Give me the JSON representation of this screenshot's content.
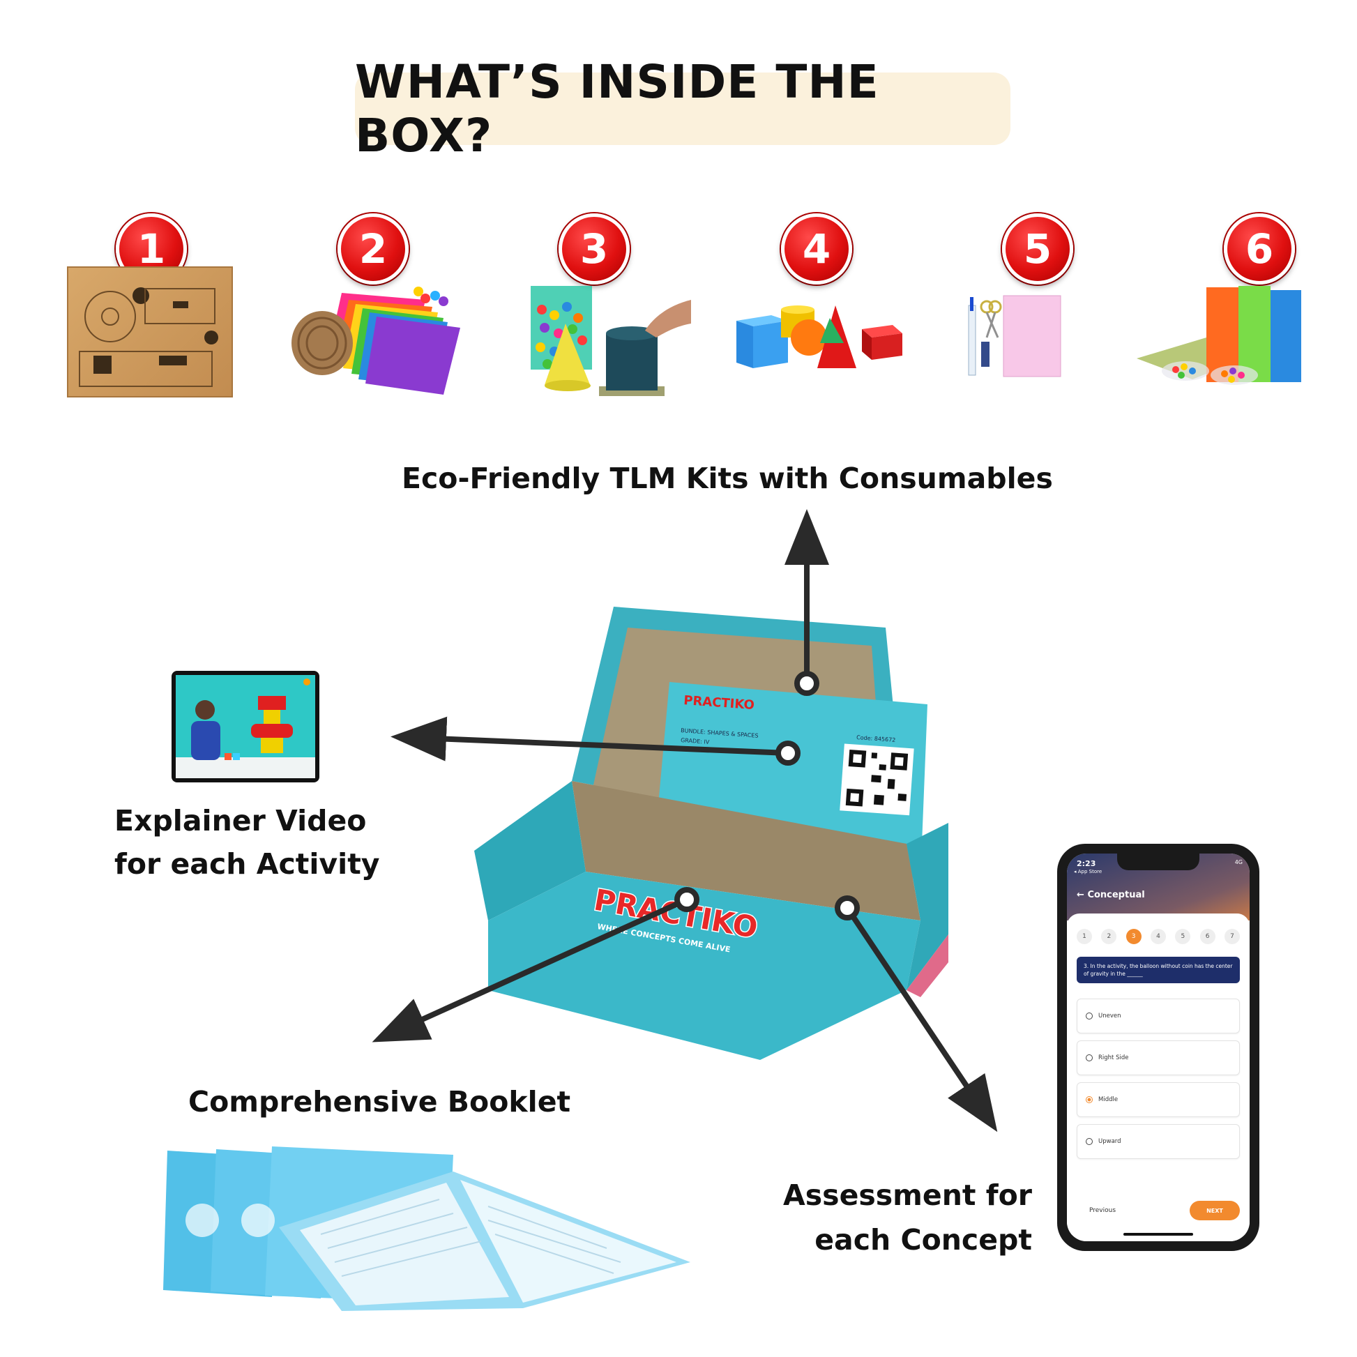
{
  "title": "WHAT’S INSIDE THE BOX?",
  "items": [
    {
      "number": "1",
      "icon": "wooden-board-icon"
    },
    {
      "number": "2",
      "icon": "craft-paper-yarn-icon"
    },
    {
      "number": "3",
      "icon": "beads-cone-cylinder-icon"
    },
    {
      "number": "4",
      "icon": "geometric-solids-icon"
    },
    {
      "number": "5",
      "icon": "stationery-icon"
    },
    {
      "number": "6",
      "icon": "foam-sheets-beads-icon"
    }
  ],
  "labels": {
    "eco": "Eco-Friendly TLM Kits with Consumables",
    "video_line1": "Explainer Video",
    "video_line2": "for each Activity",
    "booklet": "Comprehensive Booklet",
    "assess_line1": "Assessment for",
    "assess_line2": "each Concept"
  },
  "box": {
    "brand": "PRACTIKO",
    "tagline": "WHERE CONCEPTS COME ALIVE",
    "card_brand": "PRACTIKO",
    "bundle": "BUNDLE: SHAPES & SPACES",
    "grade": "GRADE: IV",
    "code": "Code: 845672"
  },
  "phone": {
    "time": "2:23",
    "back_to": "◂ App Store",
    "network": "4G",
    "header": "Conceptual",
    "steps": [
      "1",
      "2",
      "3",
      "4",
      "5",
      "6",
      "7"
    ],
    "active_step": 3,
    "question": "3. In the activity, the balloon without coin has the center of gravity in the ______",
    "options": [
      "Uneven",
      "Right Side",
      "Middle",
      "Upward"
    ],
    "selected_option": 3,
    "previous_label": "Previous",
    "next_label": "NEXT"
  },
  "colors": {
    "badge_red": "#e01010",
    "box_teal": "#3bb8c9",
    "title_pill": "#fbf1dc",
    "accent_orange": "#f28a2e"
  }
}
